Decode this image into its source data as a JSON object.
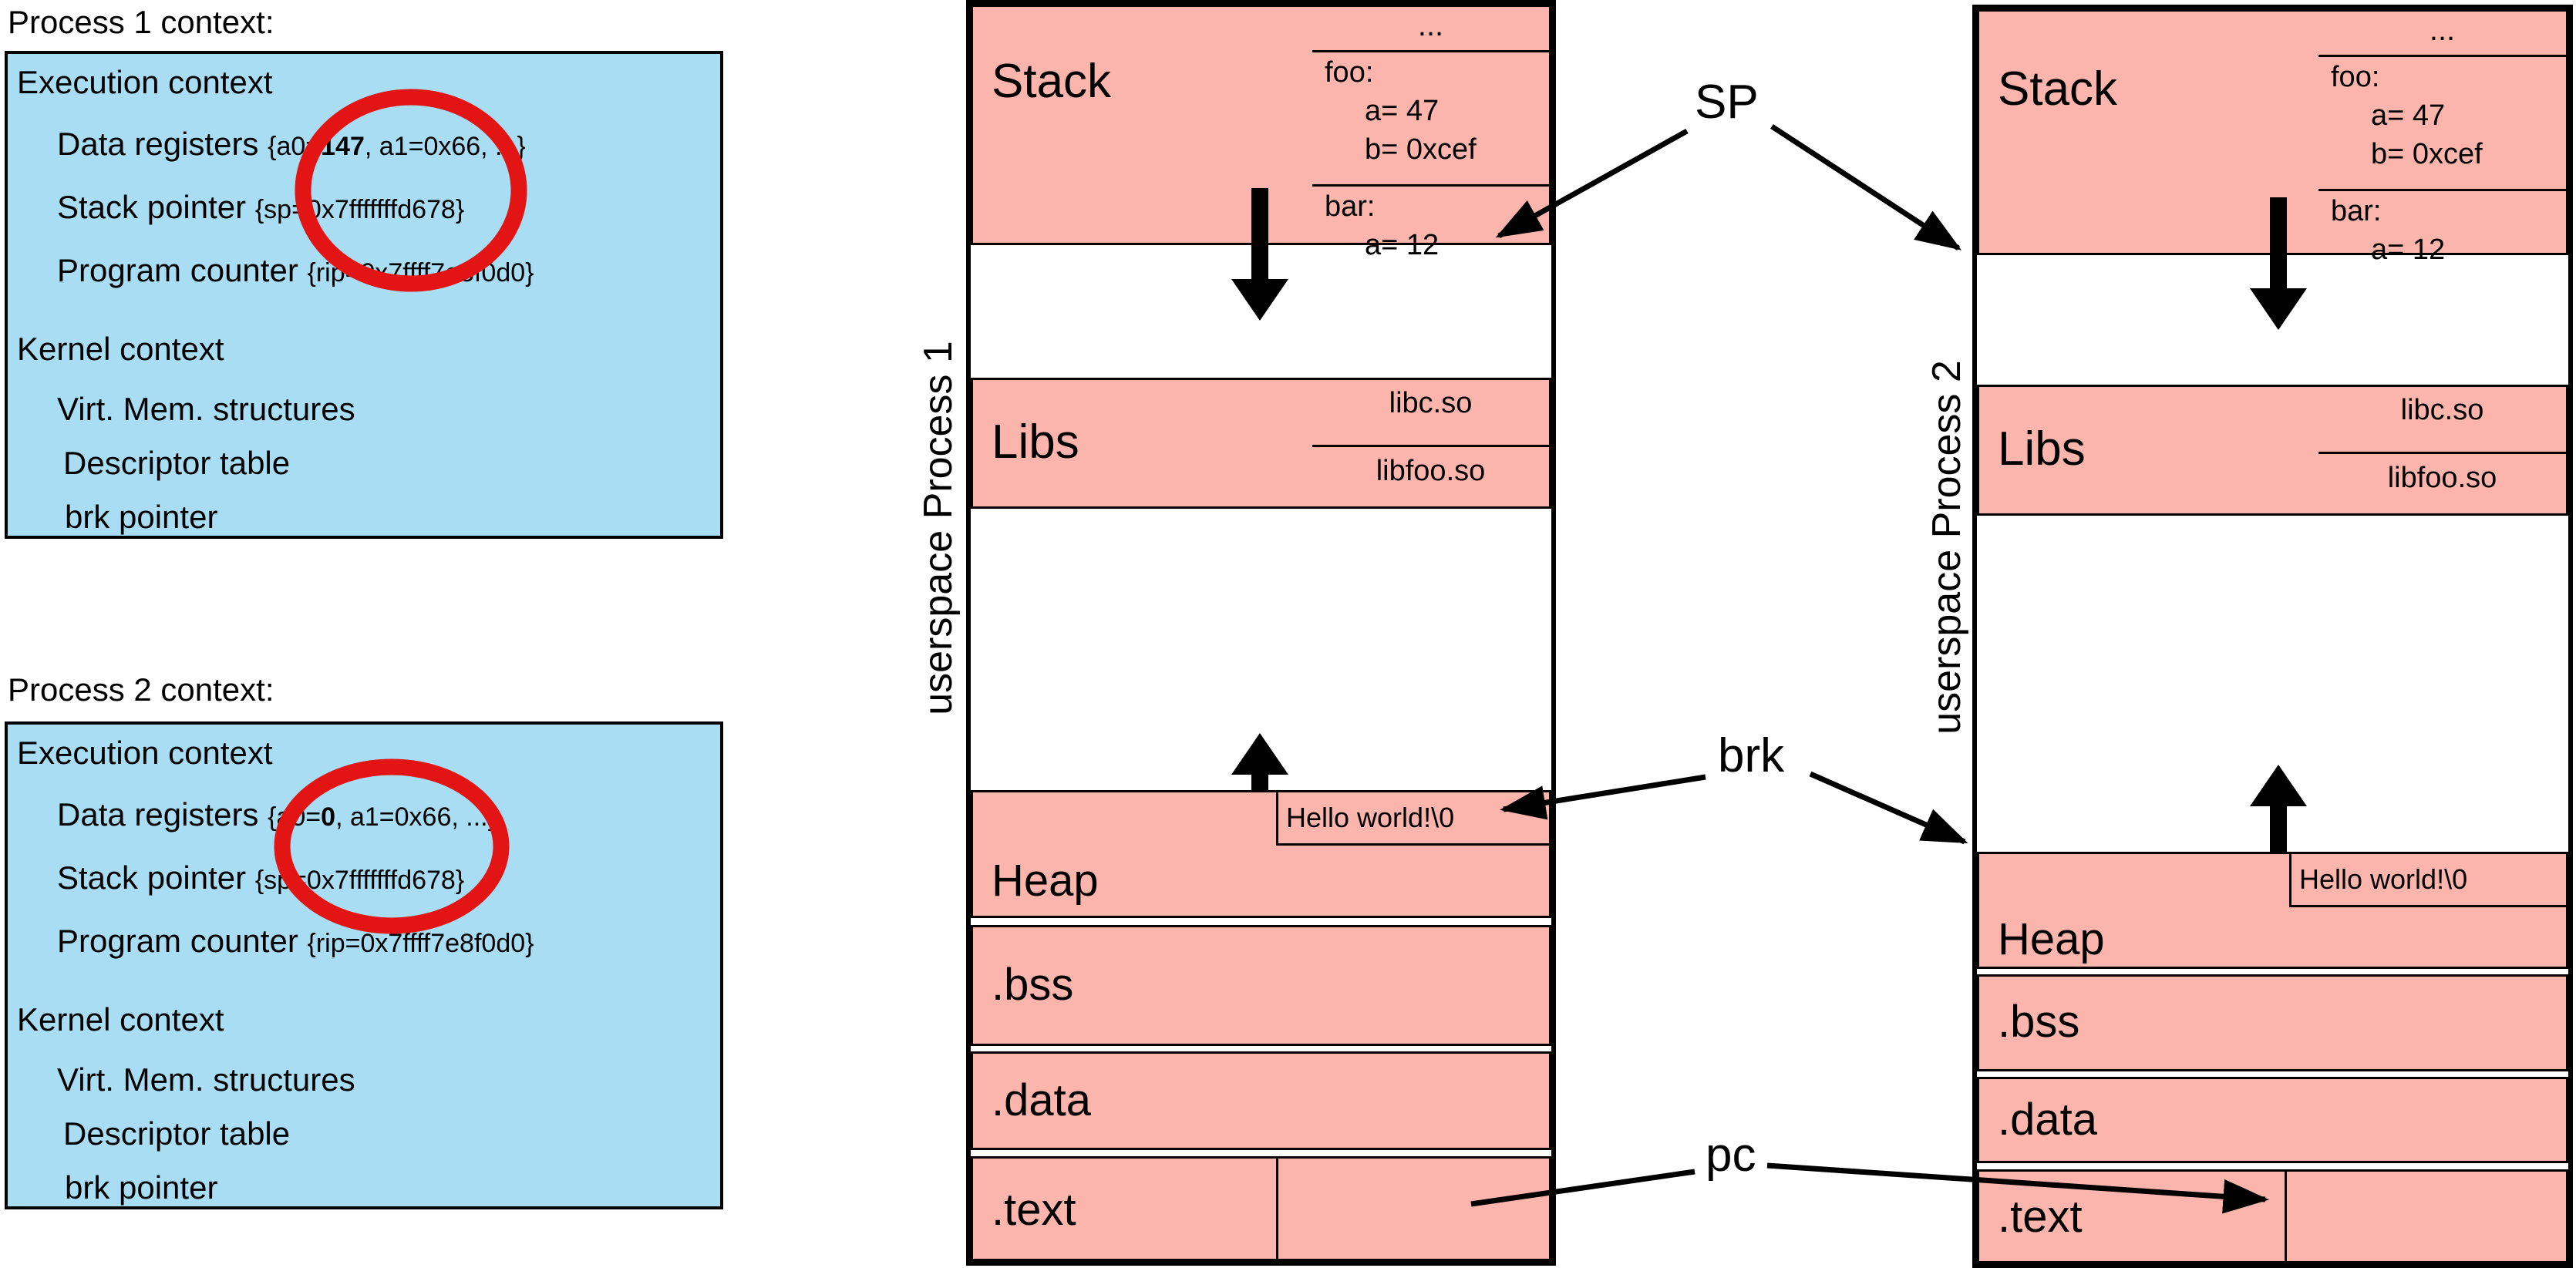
{
  "colors": {
    "context_box_blue": "#a8ddf4",
    "memory_region_pink": "#fcb5ac",
    "highlight_red": "#e21414",
    "line_black": "#000000"
  },
  "process1": {
    "title": "Process 1 context:",
    "execution_header": "Execution context",
    "data_registers_label": "Data registers ",
    "registers_open": "{a0=",
    "a0_value": "147",
    "registers_rest": ", a1=0x66, ...}",
    "stack_pointer_label": "Stack pointer ",
    "stack_pointer_value": "{sp=0x7fffffffd678}",
    "program_counter_label": "Program counter ",
    "program_counter_value": "{rip=0x7ffff7e8f0d0}",
    "kernel_header": "Kernel context",
    "kernel_items": [
      "Virt. Mem. structures",
      "Descriptor table",
      "brk pointer"
    ]
  },
  "process2": {
    "title": "Process 2 context:",
    "execution_header": "Execution context",
    "data_registers_label": "Data registers ",
    "registers_open": "{a0=",
    "a0_value": "0",
    "registers_rest": ", a1=0x66, ...}",
    "stack_pointer_label": "Stack pointer ",
    "stack_pointer_value": "{sp=0x7fffffffd678}",
    "program_counter_label": "Program counter ",
    "program_counter_value": "{rip=0x7ffff7e8f0d0}",
    "kernel_header": "Kernel context",
    "kernel_items": [
      "Virt. Mem. structures",
      "Descriptor table",
      "brk pointer"
    ]
  },
  "memory1": {
    "userspace_label": "userspace Process 1",
    "stack_label": "Stack",
    "frames": {
      "dots": "...",
      "frame1_name": "foo:",
      "frame1_var1": "a= 47",
      "frame1_var2": "b= 0xcef",
      "frame2_name": "bar:",
      "frame2_var1": "a= 12"
    },
    "libs_label": "Libs",
    "lib_top": "libc.so",
    "lib_bottom": "libfoo.so",
    "heap_label": "Heap",
    "heap_string": "Hello world!\\0",
    "bss_label": ".bss",
    "data_label": ".data",
    "text_label": ".text"
  },
  "memory2": {
    "userspace_label": "userspace Process 2",
    "stack_label": "Stack",
    "frames": {
      "dots": "...",
      "frame1_name": "foo:",
      "frame1_var1": "a= 47",
      "frame1_var2": "b= 0xcef",
      "frame2_name": "bar:",
      "frame2_var1": "a= 12"
    },
    "libs_label": "Libs",
    "lib_top": "libc.so",
    "lib_bottom": "libfoo.so",
    "heap_label": "Heap",
    "heap_string": "Hello world!\\0",
    "bss_label": ".bss",
    "data_label": ".data",
    "text_label": ".text"
  },
  "pointer_labels": {
    "sp": "SP",
    "brk": "brk",
    "pc": "pc"
  }
}
